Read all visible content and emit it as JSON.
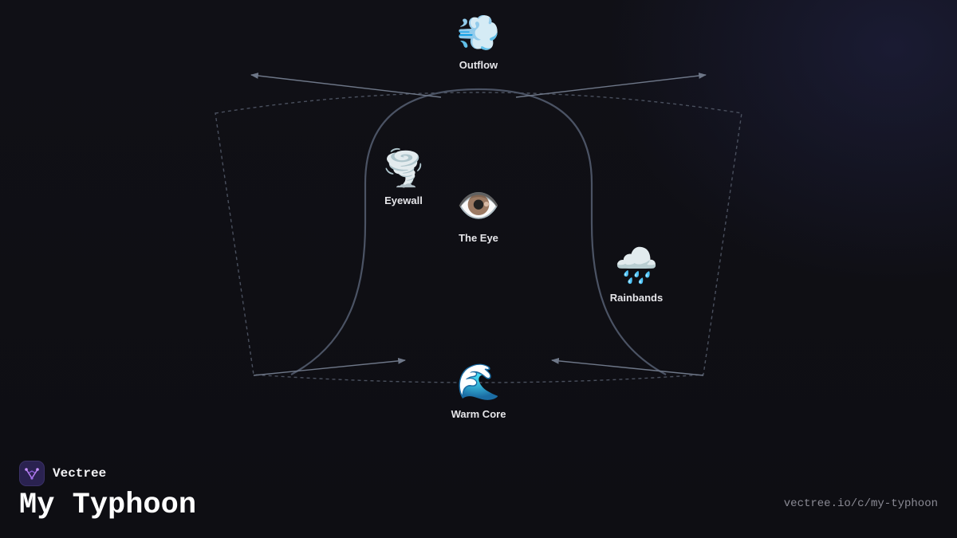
{
  "diagram": {
    "nodes": [
      {
        "id": "outflow",
        "label": "Outflow",
        "glyph": "💨",
        "icon": "dashing-away-icon"
      },
      {
        "id": "eyewall",
        "label": "Eyewall",
        "glyph": "🌪️",
        "icon": "tornado-icon"
      },
      {
        "id": "the-eye",
        "label": "The Eye",
        "glyph": "👁️",
        "icon": "eye-icon"
      },
      {
        "id": "rainbands",
        "label": "Rainbands",
        "glyph": "🌧️",
        "icon": "cloud-with-rain-icon"
      },
      {
        "id": "warm-core",
        "label": "Warm Core",
        "glyph": "🌊",
        "icon": "water-wave-icon"
      }
    ],
    "colors": {
      "background": "#0e0e13",
      "bell_stroke": "#4b5364",
      "dashed_stroke": "#4a505e",
      "arrow_stroke": "#6e7788",
      "label": "#e6e6ea"
    }
  },
  "footer": {
    "brand_name": "Vectree",
    "brand_icon": "vectree-logo-icon",
    "title": "My Typhoon",
    "url": "vectree.io/c/my-typhoon"
  }
}
